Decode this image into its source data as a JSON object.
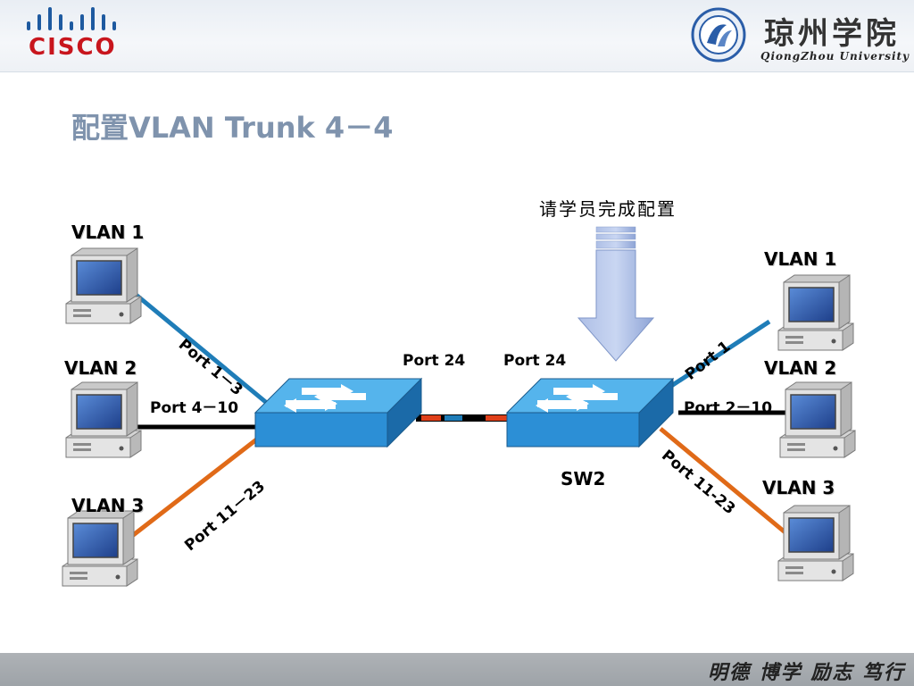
{
  "header": {
    "brand": "CISCO",
    "university_name_cn": "琼州学院",
    "university_name_en": "QiongZhou University"
  },
  "slide": {
    "title": "配置VLAN Trunk 4－4",
    "instruction": "请学员完成配置"
  },
  "diagram": {
    "switch_right_name": "SW2",
    "left_hosts": [
      {
        "vlan": "VLAN 1",
        "port": "Port 1－3",
        "link_color": "#1f7db8"
      },
      {
        "vlan": "VLAN 2",
        "port": "Port 4－10",
        "link_color": "#000000"
      },
      {
        "vlan": "VLAN 3",
        "port": "Port 11－23",
        "link_color": "#e06a18"
      }
    ],
    "right_hosts": [
      {
        "vlan": "VLAN 1",
        "port": "Port 1",
        "link_color": "#1f7db8"
      },
      {
        "vlan": "VLAN 2",
        "port": "Port 2－10",
        "link_color": "#000000"
      },
      {
        "vlan": "VLAN 3",
        "port": "Port 11-23",
        "link_color": "#e06a18"
      }
    ],
    "trunk": {
      "left_port": "Port 24",
      "right_port": "Port 24",
      "colors": [
        "#e0401a",
        "#1f7db8",
        "#000000"
      ]
    }
  },
  "footer": {
    "motto": "明德 博学 励志 笃行"
  }
}
